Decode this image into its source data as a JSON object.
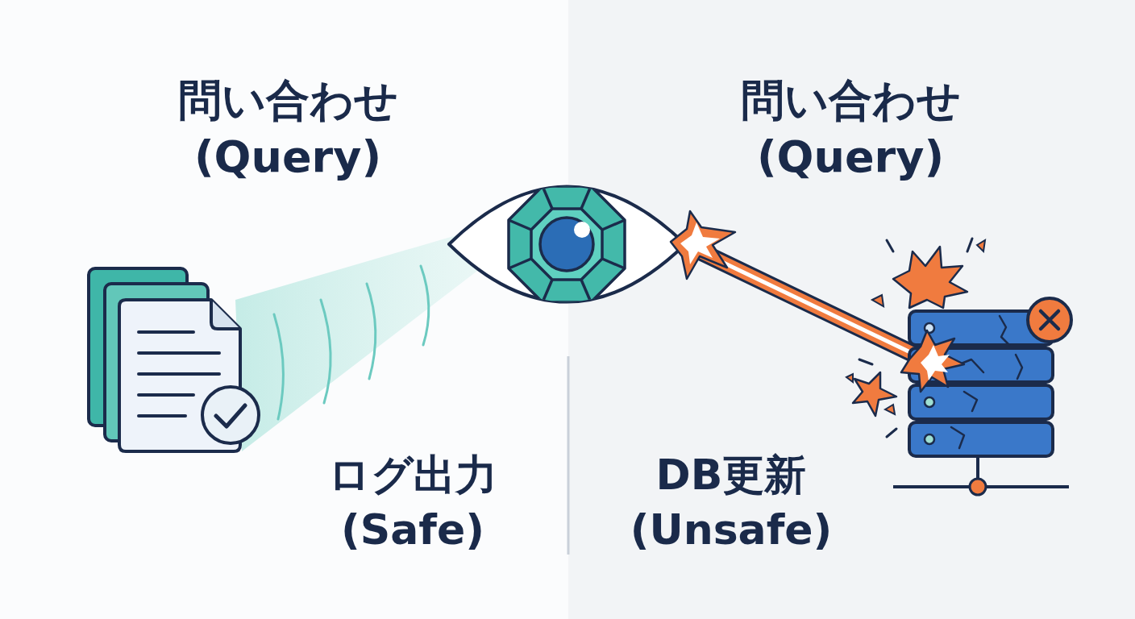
{
  "diagram": {
    "labels": [
      "問い合わせ (Query)",
      "問い合わせ (Query)",
      "ログ出力 (Safe)",
      "DB更新 (Unsafe)"
    ]
  }
}
